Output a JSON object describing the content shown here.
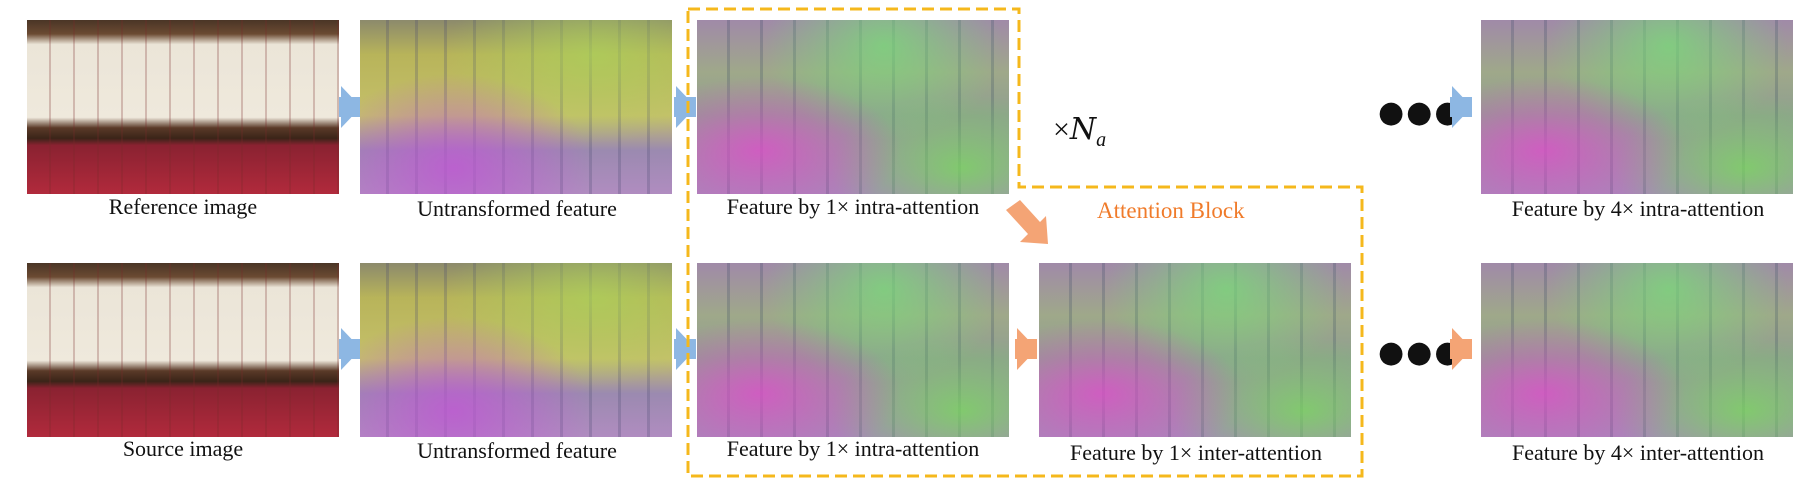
{
  "captions": {
    "reference_image": "Reference image",
    "untransformed_top": "Untransformed feature",
    "intra_top_1x": "Feature by 1× intra-attention",
    "intra_top_4x": "Feature by 4× intra-attention",
    "source_image": "Source image",
    "untransformed_bottom": "Untransformed feature",
    "intra_bottom_1x": "Feature by 1× intra-attention",
    "inter_1x": "Feature by 1× inter-attention",
    "inter_4x": "Feature by 4× inter-attention"
  },
  "attention_block": {
    "label": "Attention Block",
    "repeat_prefix": "×",
    "repeat_var": "N",
    "repeat_sub": "a"
  },
  "ellipsis": "●●●",
  "colors": {
    "dashed_border": "#f5b81c",
    "block_label": "#f07b2a",
    "blue_arrow": "#8db7e3",
    "orange_arrow": "#f4a475"
  }
}
